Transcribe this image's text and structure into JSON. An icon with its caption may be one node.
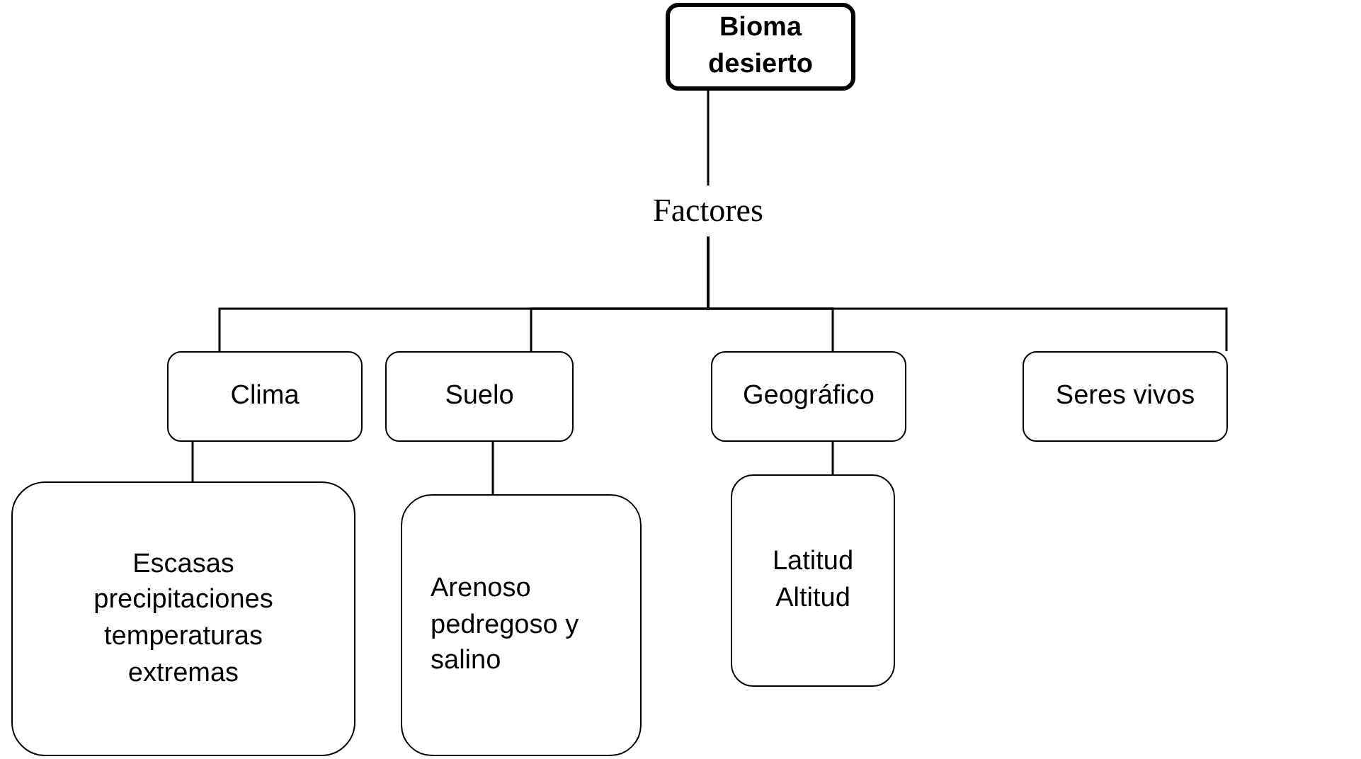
{
  "diagram": {
    "nodes": [
      {
        "text": [
          "Bioma desierto"
        ]
      },
      {
        "text": [
          "Factores"
        ]
      },
      {
        "text": [
          "Clima"
        ]
      },
      {
        "text": [
          "Suelo"
        ]
      },
      {
        "text": [
          "Geográfico"
        ]
      },
      {
        "text": [
          "Seres vivos"
        ]
      },
      {
        "text": [
          "Escasas precipitaciones temperaturas extremas"
        ]
      },
      {
        "text": [
          "Arenoso pedregoso y salino"
        ]
      },
      {
        "text": [
          "Latitud Altitud"
        ]
      }
    ],
    "edges": [
      {
        "from": 0,
        "to": 1,
        "arrow": "none"
      },
      {
        "from": 1,
        "to": 2,
        "arrow": "none"
      },
      {
        "from": 1,
        "to": 3,
        "arrow": "none"
      },
      {
        "from": 1,
        "to": 4,
        "arrow": "none"
      },
      {
        "from": 1,
        "to": 5,
        "arrow": "none"
      },
      {
        "from": 2,
        "to": 6,
        "arrow": "none"
      },
      {
        "from": 3,
        "to": 7,
        "arrow": "none"
      },
      {
        "from": 4,
        "to": 8,
        "arrow": "none"
      }
    ]
  }
}
